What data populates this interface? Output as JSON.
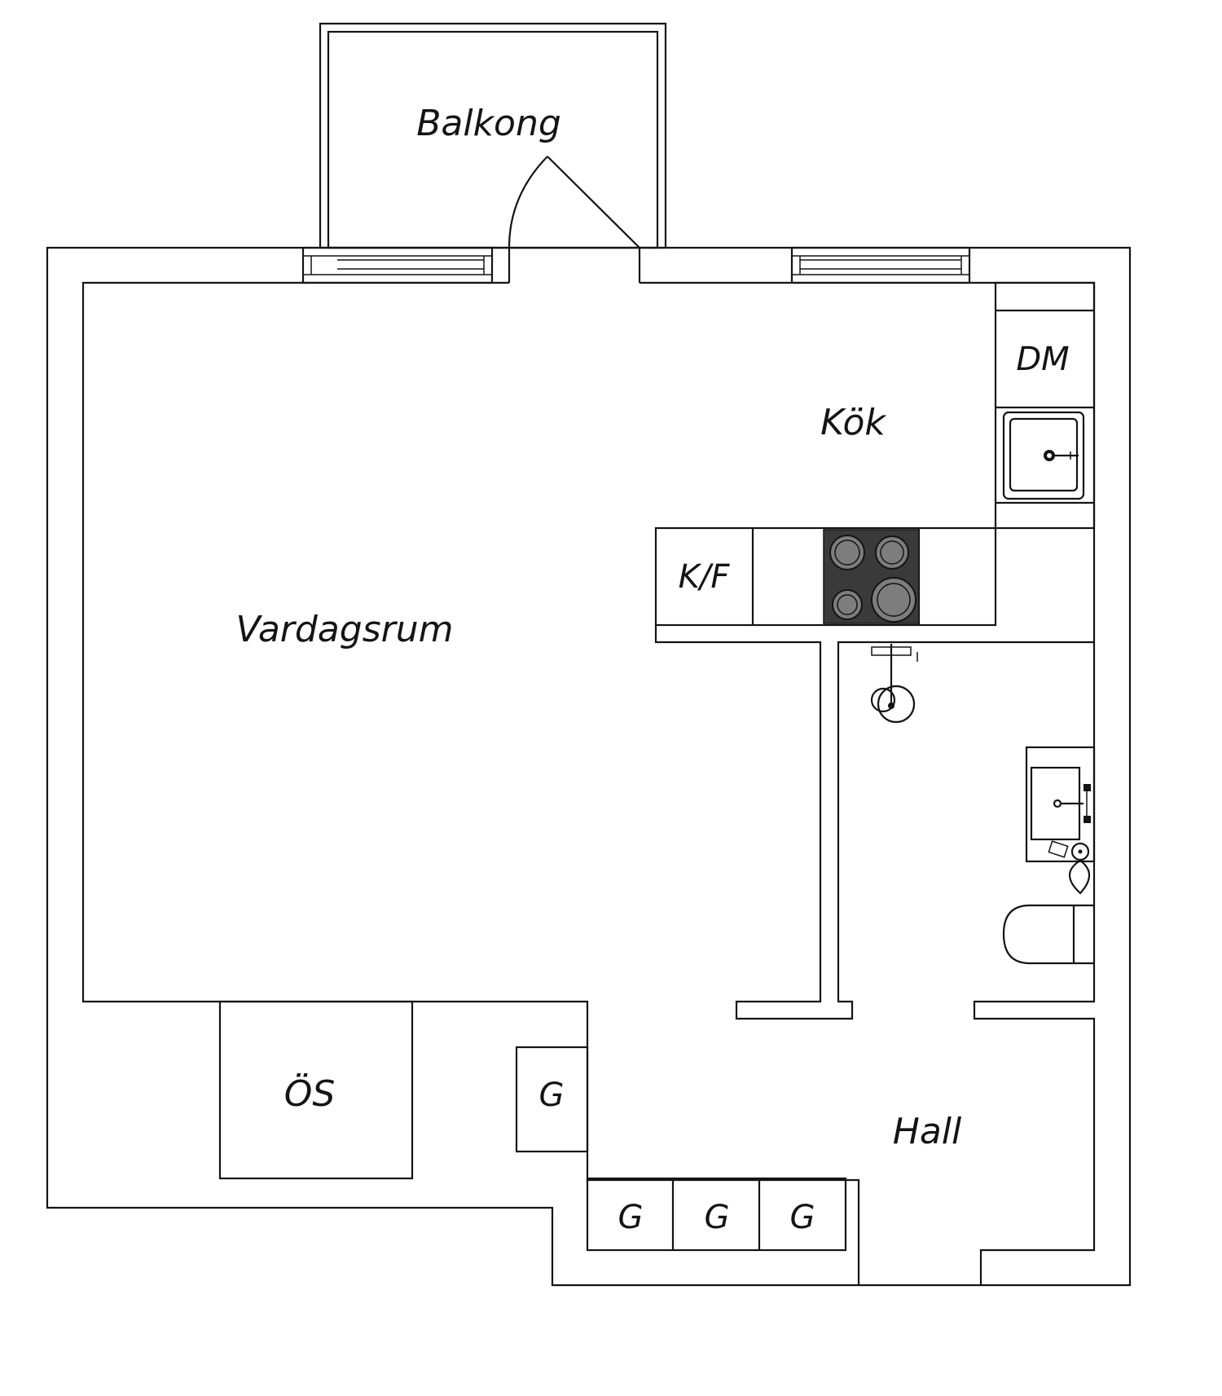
{
  "colors": {
    "line": "#141414",
    "background": "#ffffff",
    "stove_top": "#3a3a3a",
    "burner": "#7d7d7d"
  },
  "rooms": {
    "balkong": "Balkong",
    "kok": "Kök",
    "vardagsrum": "Vardagsrum",
    "hall": "Hall"
  },
  "fixtures": {
    "dishwasher": "DM",
    "fridge_freezer": "K/F",
    "wardrobe_os": "ÖS",
    "wardrobe_g1": "G",
    "wardrobe_g2": "G",
    "wardrobe_g3": "G",
    "wardrobe_g4": "G"
  },
  "icons": {
    "kitchen_sink": "sink-icon",
    "stove": "stove-icon",
    "shower": "shower-icon",
    "bathroom_sink": "washbasin-icon",
    "toilet": "toilet-icon",
    "balcony_door": "door-swing-icon"
  }
}
